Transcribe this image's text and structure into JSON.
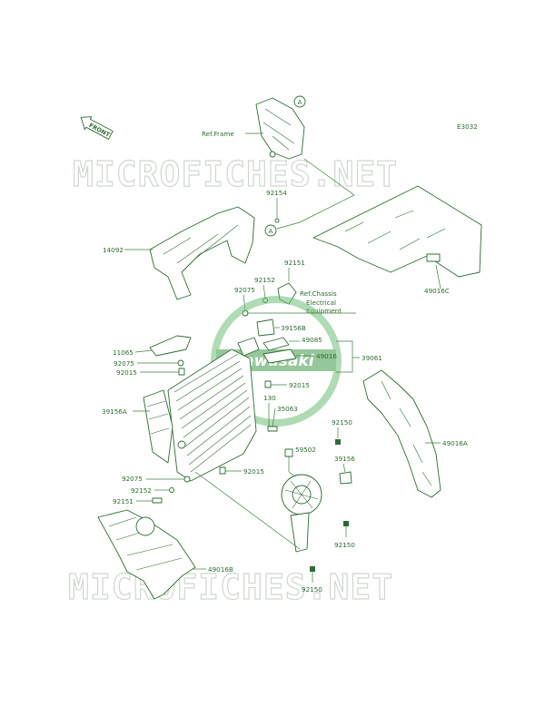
{
  "diagram_code": "E3032",
  "front_label": "FRONT",
  "watermark": "MICROFICHES.NET",
  "logo_text": "Kawasaki",
  "circle_marker": "A",
  "parts": {
    "ref_frame": "Ref.Frame",
    "p92154": "92154",
    "p14092": "14092",
    "p92151_top": "92151",
    "p92152_top": "92152",
    "p92075_top": "92075",
    "ref_chassis_1": "Ref.Chassis",
    "ref_chassis_2": "Electrical",
    "ref_chassis_3": "Equipment",
    "p49016C": "49016C",
    "p39156B": "39156B",
    "p49085": "49085",
    "p49016": "49016",
    "p39061": "39061",
    "p11065": "11065",
    "p92075_mid": "92075",
    "p92015_mid": "92015",
    "p92015_right": "92015",
    "p130": "130",
    "p35063": "35063",
    "p39156A": "39156A",
    "p92150_a": "92150",
    "p49016A": "49016A",
    "p59502": "59502",
    "p39156": "39156",
    "p92015_low": "92015",
    "p92075_low": "92075",
    "p92152_low": "92152",
    "p92151_low": "92151",
    "p92150_b": "92150",
    "p49016B": "49016B",
    "p92150_c": "92150"
  },
  "colors": {
    "line": "#2f6b33",
    "watermark": "#cfd7cf",
    "logo": "#3f9a4a"
  }
}
